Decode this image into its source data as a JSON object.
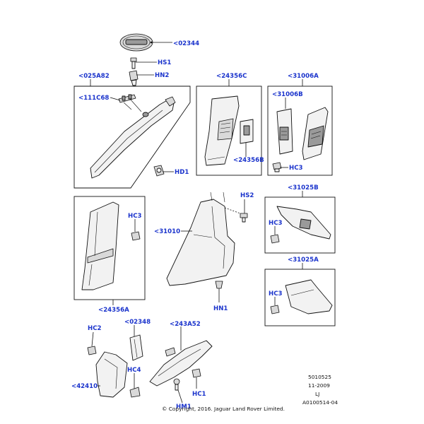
{
  "labels": {
    "c02344": "<02344",
    "hs1": "HS1",
    "hn2": "HN2",
    "c025a82": "<025A82",
    "c111c68": "<111C68",
    "hd1": "HD1",
    "c24356c": "<24356C",
    "c24356b": "<24356B",
    "c31006a": "<31006A",
    "c31006b": "<31006B",
    "hc3_a": "HC3",
    "hs2": "HS2",
    "c31025b": "<31025B",
    "hc3_b": "HC3",
    "c31010": "<31010",
    "hc3_c": "HC3",
    "c24356a": "<24356A",
    "hn1": "HN1",
    "c31025a": "<31025A",
    "hc3_d": "HC3",
    "hc2": "HC2",
    "c02348": "<02348",
    "c243a52": "<243A52",
    "hc4": "HC4",
    "c42410": "<42410",
    "hc1": "HC1",
    "hm1": "HM1"
  },
  "meta": {
    "ref_number": "5010525",
    "date": "11-2009",
    "initials": "LJ",
    "drawing_code": "A0100514-04"
  },
  "copyright": "© Copyright, 2016. Jaguar Land Rover Limited."
}
